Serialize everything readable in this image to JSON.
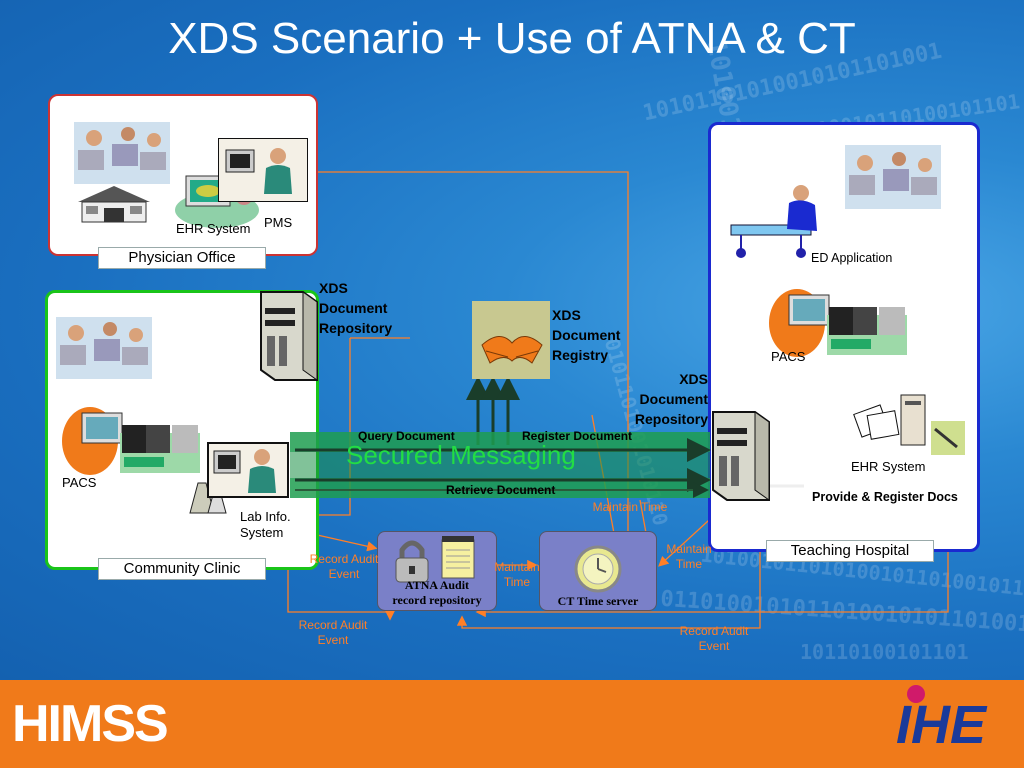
{
  "title": "XDS Scenario + Use of ATNA & CT",
  "binary_text": [
    "10101101010010101101001",
    "0101011010010110100101101",
    "1010010110101001011010010110",
    "01101001010110100101011010011",
    "101001011010010110101001",
    "10110100101101",
    "0101101001010110"
  ],
  "panels": {
    "physician_office": {
      "label": "Physician Office",
      "ehr": "EHR System",
      "pms": "PMS"
    },
    "community_clinic": {
      "label": "Community Clinic",
      "pacs": "PACS",
      "lab": "Lab Info.\nSystem"
    },
    "teaching_hospital": {
      "label": "Teaching Hospital",
      "ed": "ED Application",
      "pacs": "PACS",
      "ehr": "EHR System",
      "provide": "Provide & Register Docs"
    }
  },
  "xds_repository_left": "XDS\nDocument\nRepository",
  "xds_registry": "XDS\nDocument\nRegistry",
  "xds_repository_right": "XDS\nDocument\nRepository",
  "messaging": {
    "query": "Query Document",
    "register": "Register Document",
    "secured": "Secured Messaging",
    "retrieve": "Retrieve Document"
  },
  "atna": {
    "label": "ATNA Audit\nrecord repository"
  },
  "ct": {
    "label": "CT Time server"
  },
  "orange_labels": {
    "record_audit_1": "Record Audit\nEvent",
    "record_audit_2": "Record Audit\nEvent",
    "record_audit_3": "Record Audit\nEvent",
    "maintain_time_1": "Maintain\nTime",
    "maintain_time_2": "Maintain Time",
    "maintain_time_3": "Maintain\nTime"
  },
  "footer": {
    "left_logo": "HIMSS",
    "right_logo": "IHE"
  },
  "colors": {
    "orange": "#ff7f27",
    "green_band": "#1e9e50",
    "accent_text_green": "#22dd44",
    "dark_arrow": "#1a3d2a",
    "footer": "#f07a1a"
  }
}
